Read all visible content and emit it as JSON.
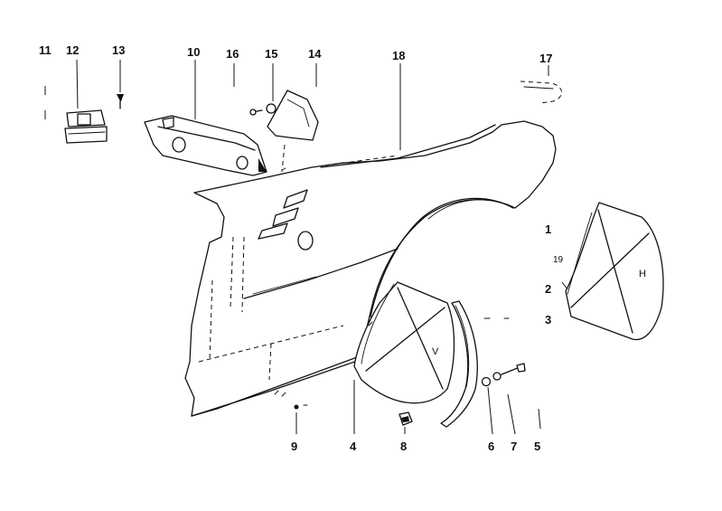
{
  "diagram": {
    "callouts": [
      {
        "id": "c11",
        "label": "11"
      },
      {
        "id": "c12",
        "label": "12"
      },
      {
        "id": "c13",
        "label": "13"
      },
      {
        "id": "c10",
        "label": "10"
      },
      {
        "id": "c16",
        "label": "16"
      },
      {
        "id": "c15",
        "label": "15"
      },
      {
        "id": "c14",
        "label": "14"
      },
      {
        "id": "c18",
        "label": "18"
      },
      {
        "id": "c17",
        "label": "17"
      },
      {
        "id": "c1",
        "label": "1"
      },
      {
        "id": "c19",
        "label": "19"
      },
      {
        "id": "c2",
        "label": "2"
      },
      {
        "id": "c3",
        "label": "3"
      },
      {
        "id": "c9",
        "label": "9"
      },
      {
        "id": "c4",
        "label": "4"
      },
      {
        "id": "c8",
        "label": "8"
      },
      {
        "id": "c6",
        "label": "6"
      },
      {
        "id": "c7",
        "label": "7"
      },
      {
        "id": "c5",
        "label": "5"
      }
    ],
    "panel_letters": {
      "front_liner": "V",
      "rear_liner": "H"
    }
  }
}
